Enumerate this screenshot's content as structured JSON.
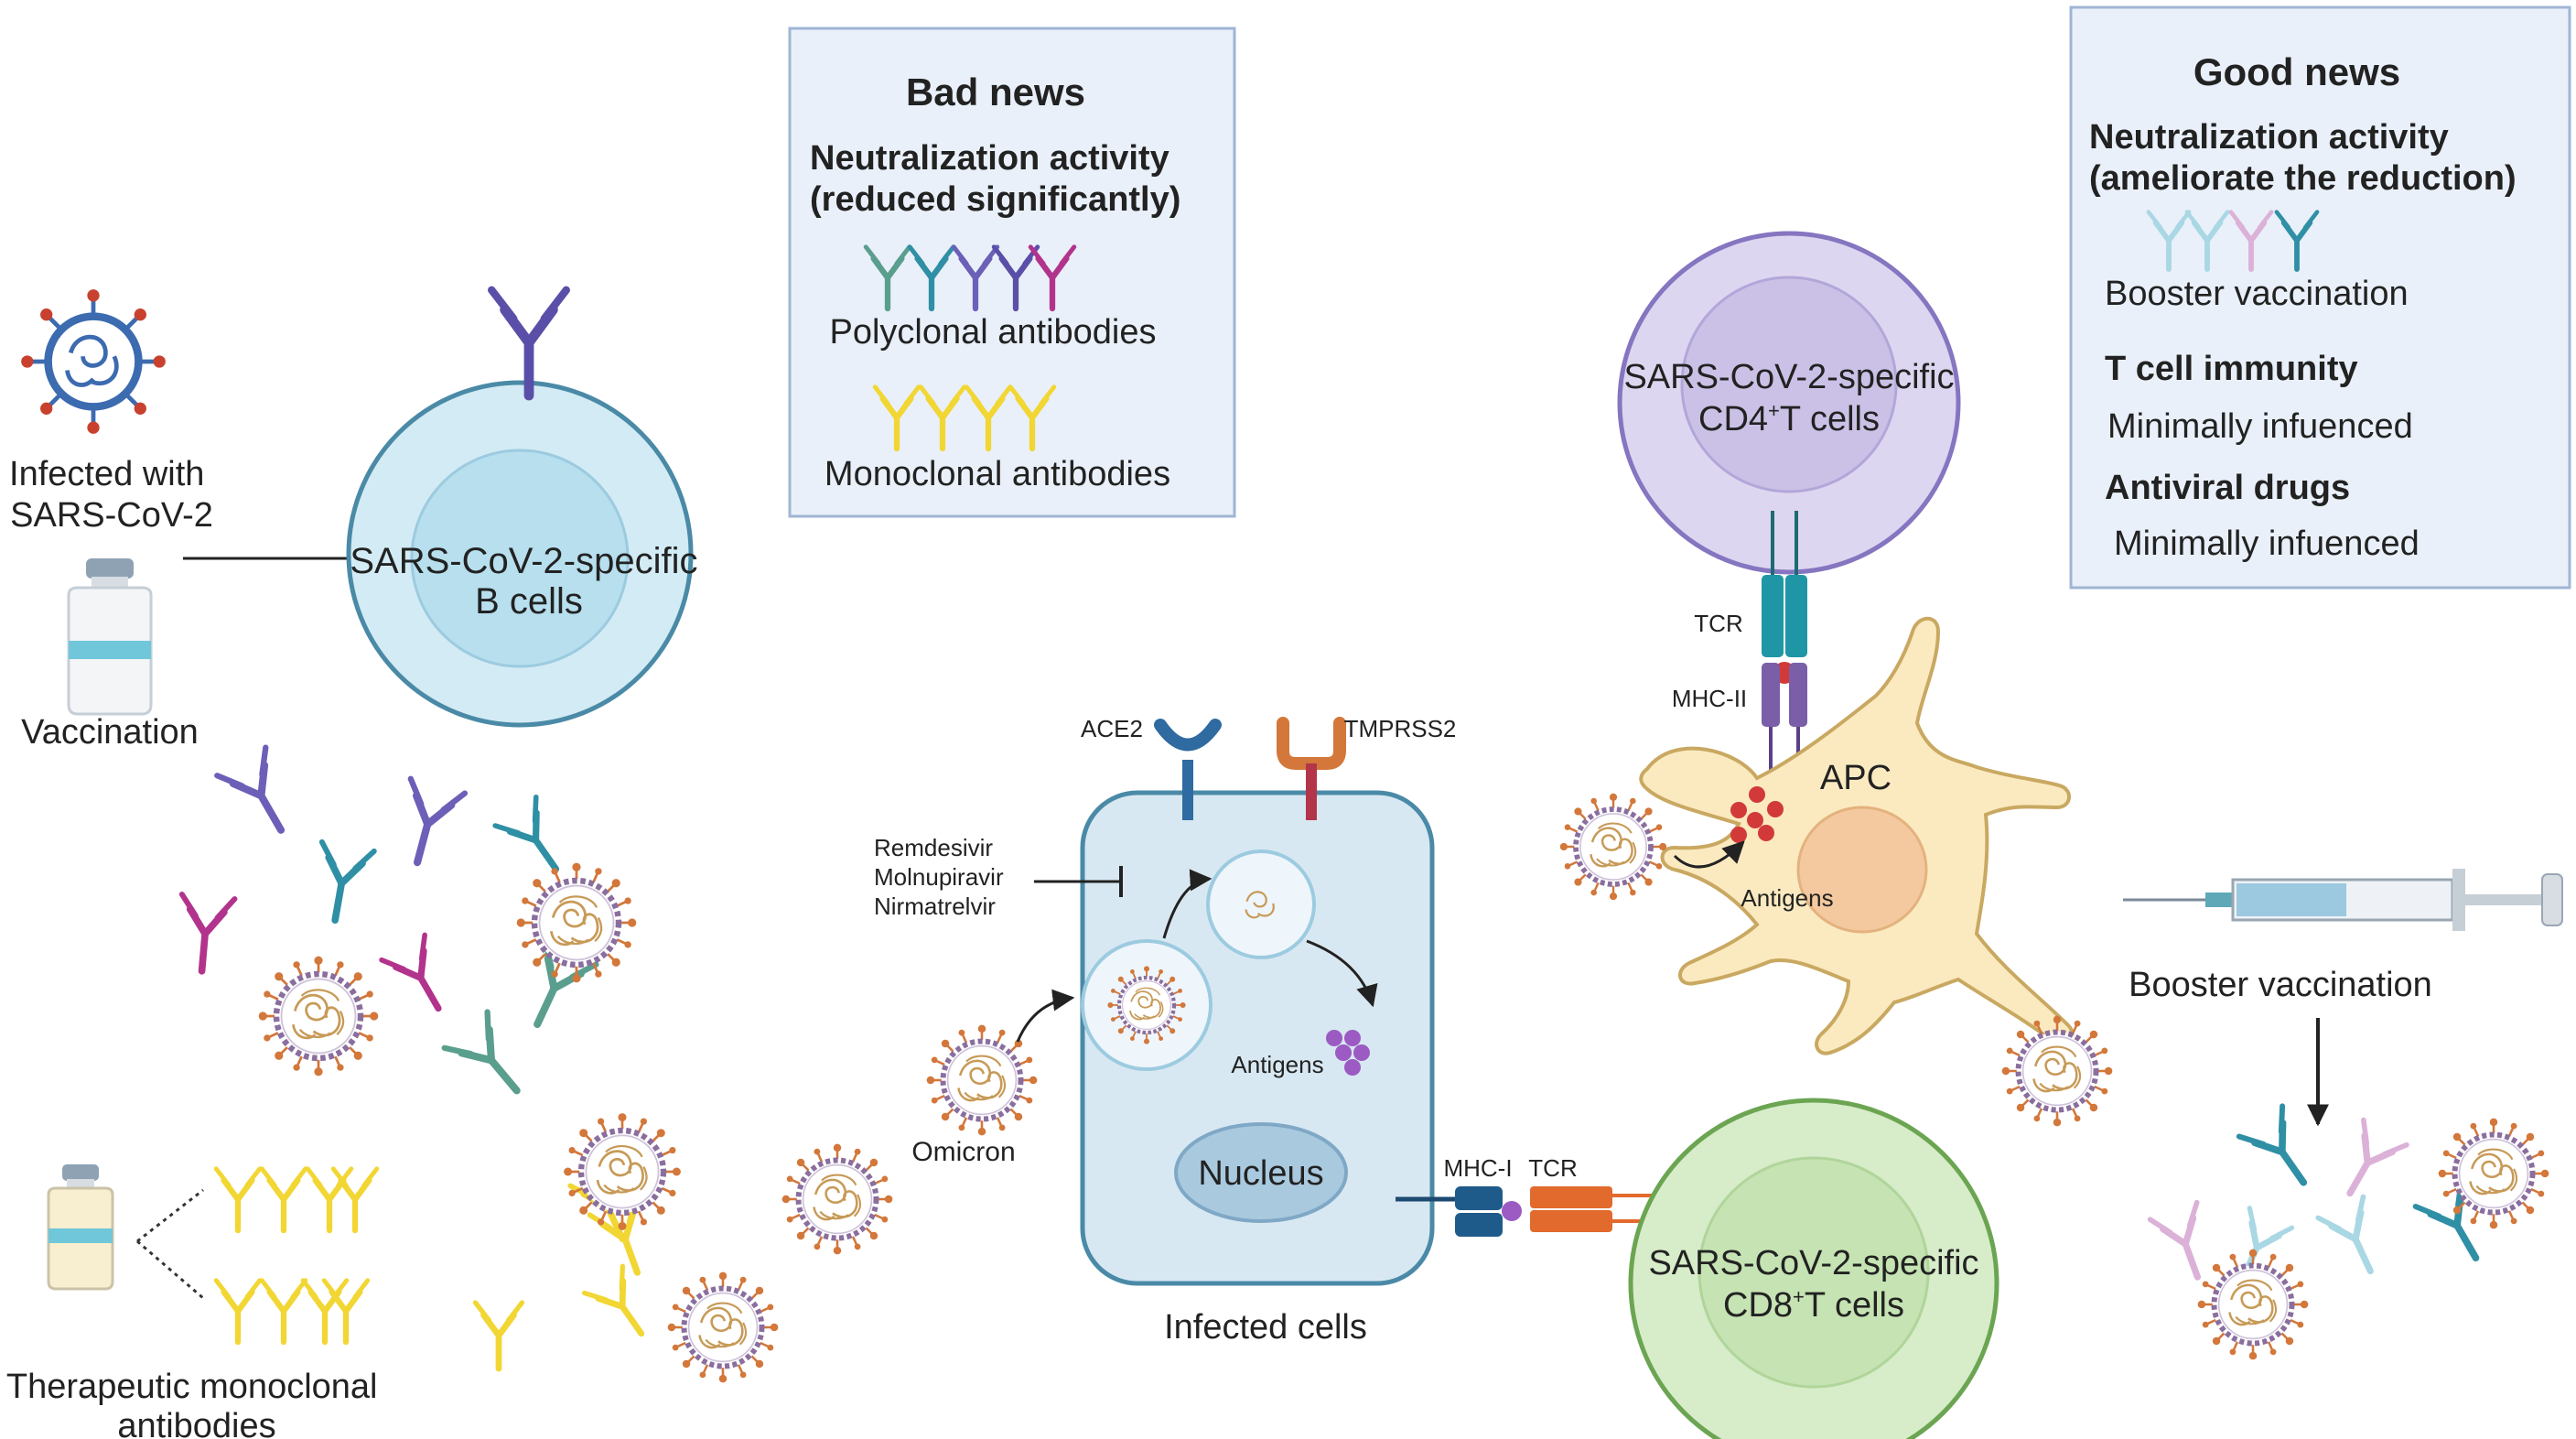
{
  "left": {
    "infected_label": [
      "Infected with",
      "SARS-CoV-2"
    ],
    "vaccination_label": "Vaccination",
    "bcell_label": [
      "SARS-CoV-2-specific",
      "B cells"
    ],
    "therapeutic_label": [
      "Therapeutic monoclonal",
      "antibodies"
    ]
  },
  "bad_news": {
    "title": "Bad news",
    "heading": [
      "Neutralization activity",
      "(reduced significantly)"
    ],
    "polyclonal": "Polyclonal antibodies",
    "monoclonal": "Monoclonal antibodies"
  },
  "good_news": {
    "title": "Good news",
    "heading": [
      "Neutralization activity",
      "(ameliorate the reduction)"
    ],
    "booster": "Booster vaccination",
    "tcell_title": "T cell immunity",
    "tcell_value": "Minimally infuenced",
    "drugs_title": "Antiviral drugs",
    "drugs_value": "Minimally infuenced"
  },
  "infected_cell": {
    "ace2": "ACE2",
    "tmprss2": "TMPRSS2",
    "drugs": [
      "Remdesivir",
      "Molnupiravir",
      "Nirmatrelvir"
    ],
    "antigens": "Antigens",
    "nucleus": "Nucleus",
    "omicron": "Omicron",
    "caption": "Infected cells",
    "mhc1": "MHC-I",
    "tcr": "TCR"
  },
  "cd4": {
    "line1": "SARS-CoV-2-specific",
    "line2_pre": "CD4",
    "sup": "+",
    "line2_post": "T cells"
  },
  "cd8": {
    "line1": "SARS-CoV-2-specific",
    "line2_pre": "CD8",
    "sup": "+",
    "line2_post": "T cells"
  },
  "apc": {
    "label": "APC",
    "tcr": "TCR",
    "mhc2": "MHC-II",
    "antigens": "Antigens"
  },
  "booster_label": "Booster vaccination",
  "colors": {
    "bcell": "#d3ebf4",
    "cd4": "#ddd6f0",
    "cd8": "#d7ecc9",
    "apc": "#fbeac0",
    "infected": "#d8e8f2",
    "box_fill": "#e9f0f9",
    "box_border": "#9fb5d4",
    "purple_ab": "#6c5fb8",
    "teal_ab": "#2f8fa5",
    "magenta_ab": "#b2338c",
    "green_ab": "#5a9e8e",
    "yellow_ab": "#f2d633",
    "virus": "#8a6e9e",
    "spike": "#d3773a"
  },
  "icons": [
    "virus-icon",
    "vial-icon",
    "antibody-icon",
    "syringe-icon"
  ]
}
